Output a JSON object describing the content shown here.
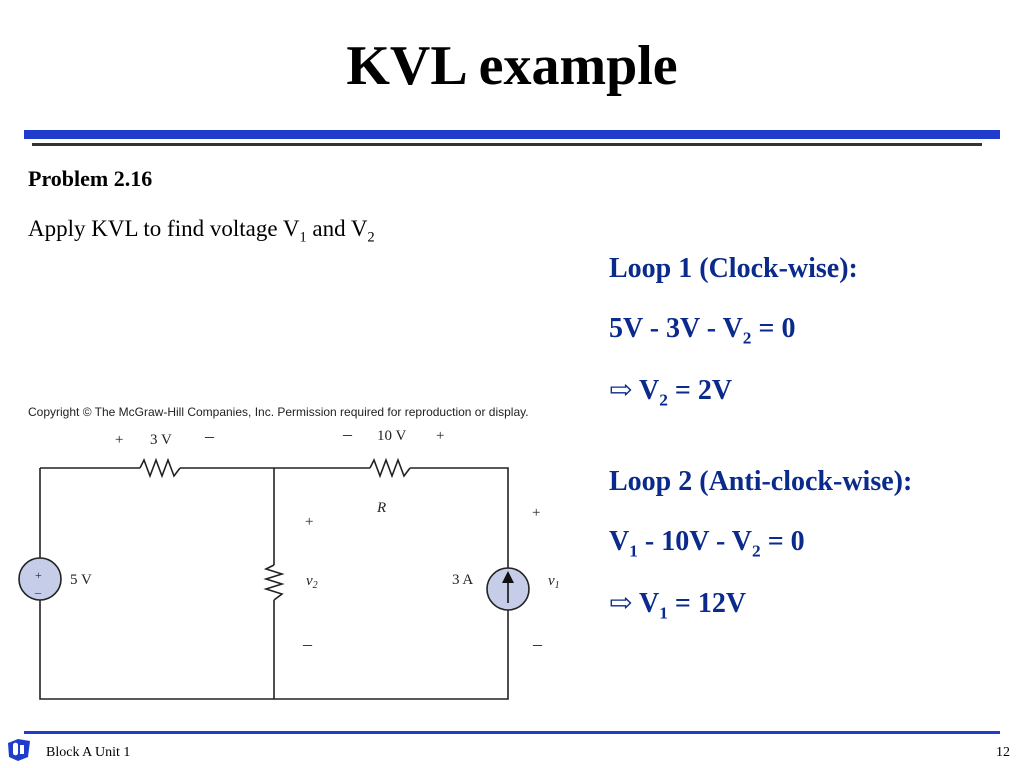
{
  "slide": {
    "title": "KVL example",
    "problem_label": "Problem 2.16",
    "instruction": {
      "text": "Apply KVL to find voltage V",
      "sub1": "1",
      "mid": " and V",
      "sub2": "2"
    }
  },
  "loops": {
    "loop1_heading": "Loop 1 (Clock-wise):",
    "loop1_eq": {
      "a": "5V - 3V - V",
      "sub": "2",
      "b": " = 0"
    },
    "loop1_result": {
      "arrow": "⇨",
      "a": " V",
      "sub": "2",
      "b": " = 2V"
    },
    "loop2_heading": "Loop 2 (Anti-clock-wise):",
    "loop2_eq": {
      "a": "V",
      "sub1": "1",
      "b": " - 10V - V",
      "sub2": "2",
      "c": " = 0"
    },
    "loop2_result": {
      "arrow": "⇨",
      "a": " V",
      "sub": "1",
      "b": " = 12V"
    }
  },
  "figure": {
    "copyright": "Copyright © The McGraw-Hill Companies, Inc. Permission required for reproduction or display.",
    "labels": {
      "r1_plus": "+",
      "r1_value": "3 V",
      "r1_minus": "–",
      "r2_minus": "–",
      "r2_value": "10 V",
      "r2_plus": "+",
      "r_label": "R",
      "source_plus": "+",
      "source_minus": "–",
      "source_value": "5 V",
      "v2_plus": "+",
      "v2_label": "v",
      "v2_sub": "2",
      "v2_minus": "–",
      "current_value": "3 A",
      "v1_plus": "+",
      "v1_label": "v",
      "v1_sub": "1",
      "v1_minus": "–"
    }
  },
  "footer": {
    "left": "Block A Unit 1",
    "page": "12"
  },
  "colors": {
    "accent_blue": "#1f3ccc",
    "loop_text": "#0a2a8c",
    "source_fill": "#c6cde8"
  }
}
